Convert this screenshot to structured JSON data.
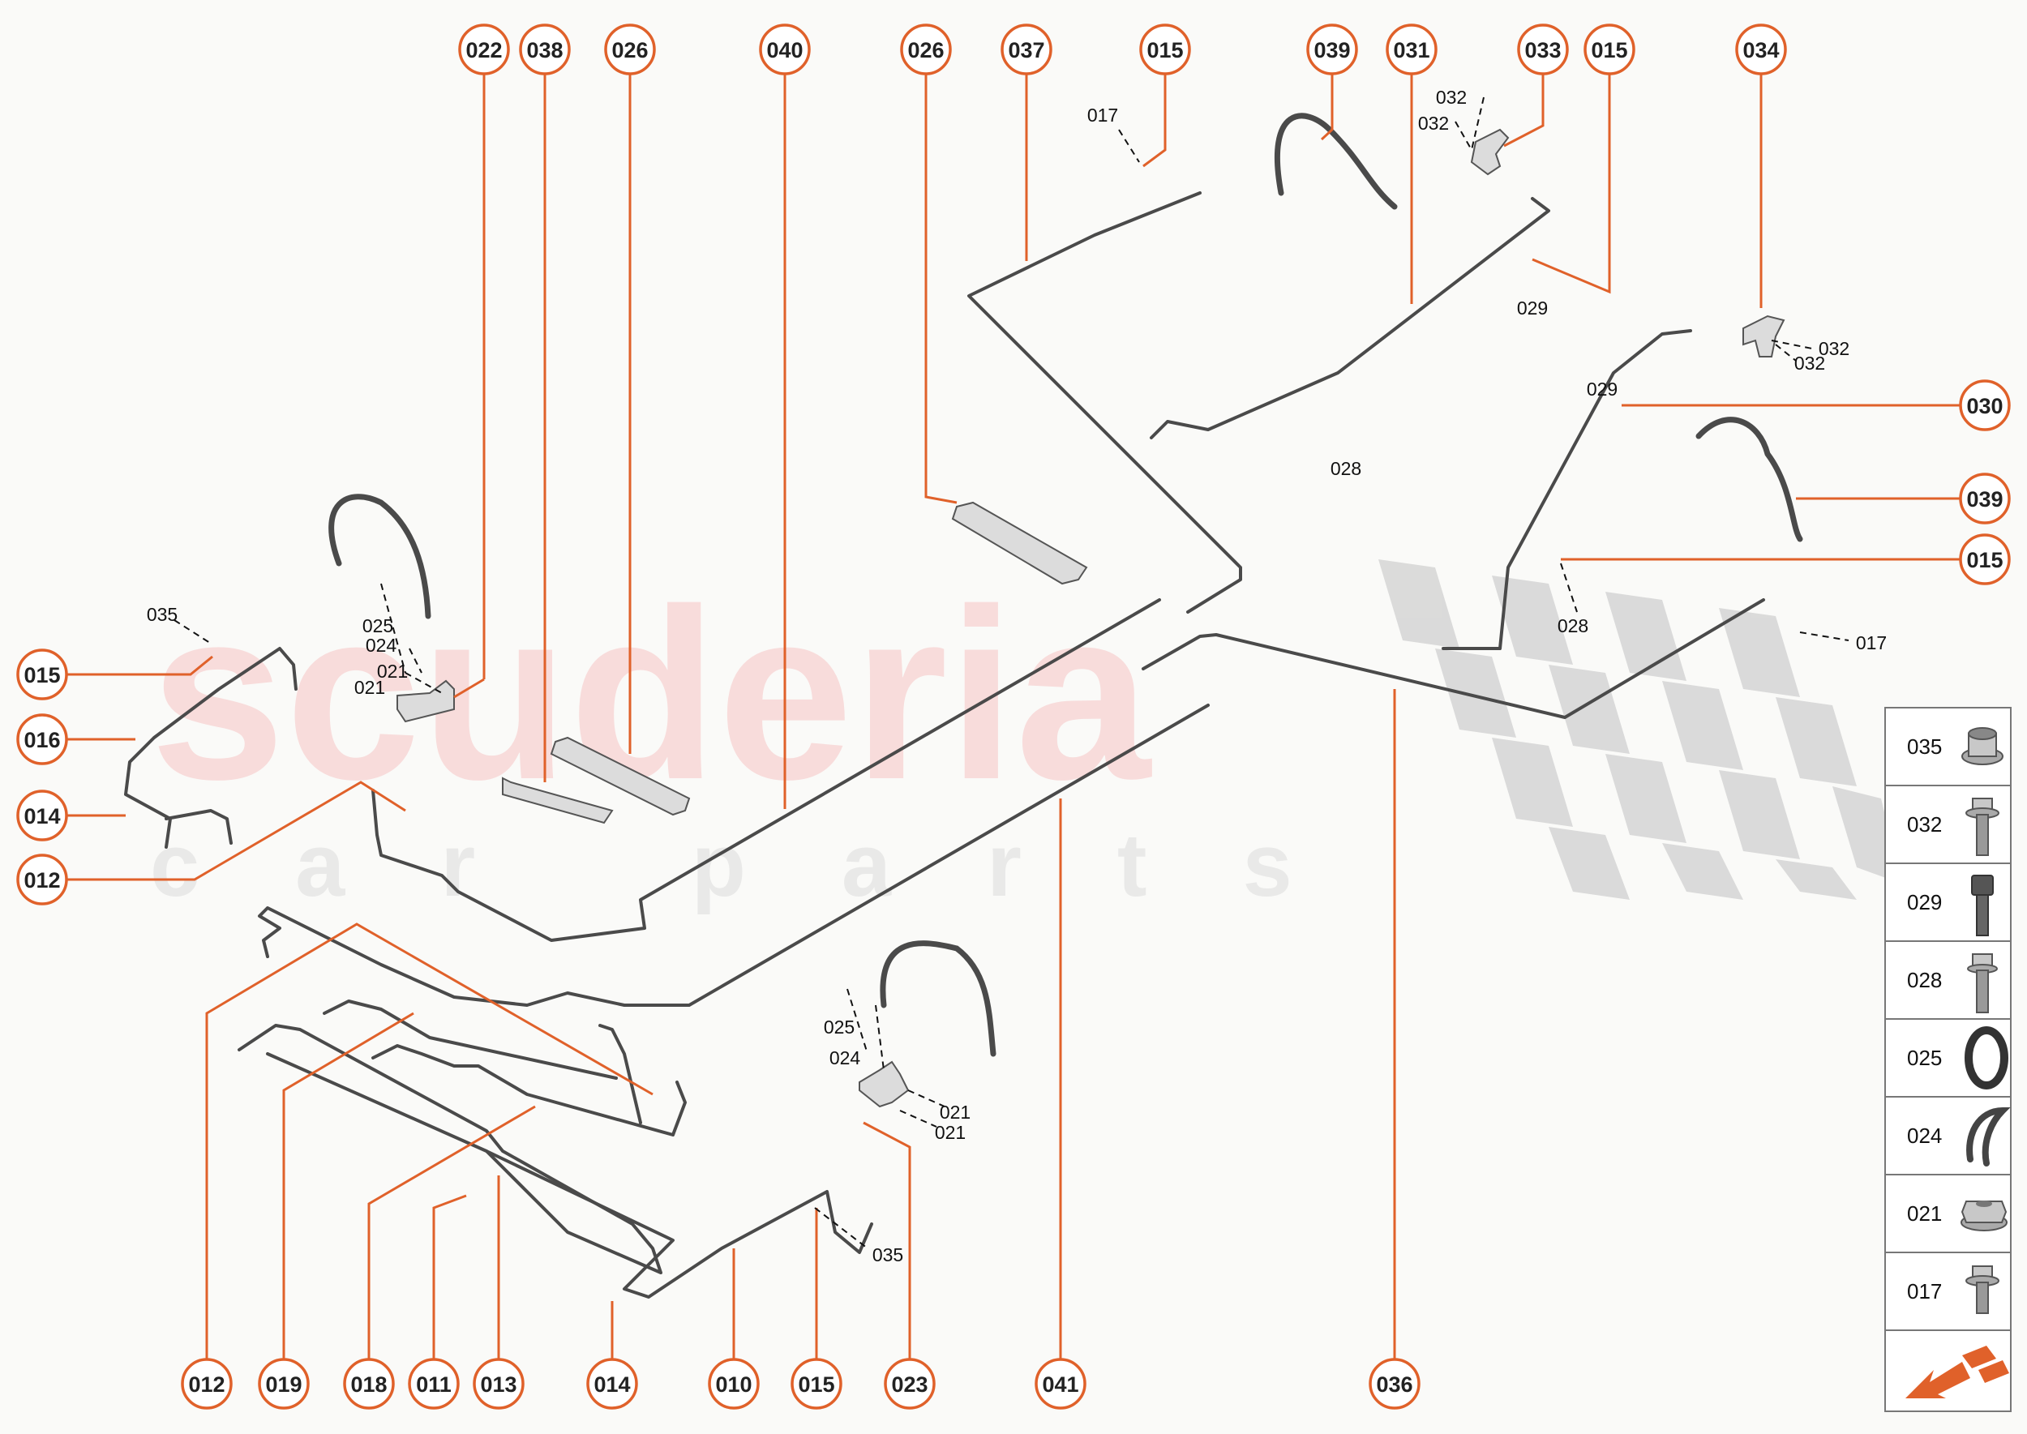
{
  "watermark": {
    "brand": "scuderia",
    "tagline": "car parts"
  },
  "callouts_top": [
    "022",
    "038",
    "026",
    "040",
    "026",
    "037",
    "015",
    "039",
    "031",
    "033",
    "015",
    "034"
  ],
  "callouts_right": [
    "030",
    "039",
    "015"
  ],
  "callouts_left": [
    "015",
    "016",
    "014",
    "012"
  ],
  "callouts_bottom": [
    "012",
    "019",
    "018",
    "011",
    "013",
    "014",
    "010",
    "015",
    "023",
    "041",
    "036"
  ],
  "small_labels": {
    "l017a": "017",
    "l032a": "032",
    "l032b": "032",
    "l029a": "029",
    "l029b": "029",
    "l028a": "028",
    "l032c": "032",
    "l032d": "032",
    "l028b": "028",
    "l017b": "017",
    "l035a": "035",
    "l025a": "025",
    "l024a": "024",
    "l021a": "021",
    "l021b": "021",
    "l025b": "025",
    "l024b": "024",
    "l021c": "021",
    "l021d": "021",
    "l035b": "035"
  },
  "legend": {
    "items": [
      {
        "code": "035",
        "icon": "flange-nut-icon"
      },
      {
        "code": "032",
        "icon": "flange-bolt-icon"
      },
      {
        "code": "029",
        "icon": "socket-bolt-icon"
      },
      {
        "code": "028",
        "icon": "hex-bolt-icon"
      },
      {
        "code": "025",
        "icon": "o-ring-icon"
      },
      {
        "code": "024",
        "icon": "spring-clip-icon"
      },
      {
        "code": "021",
        "icon": "hex-nut-icon"
      },
      {
        "code": "017",
        "icon": "short-bolt-icon"
      }
    ],
    "footer_icon": "orange-arrow-icon"
  }
}
